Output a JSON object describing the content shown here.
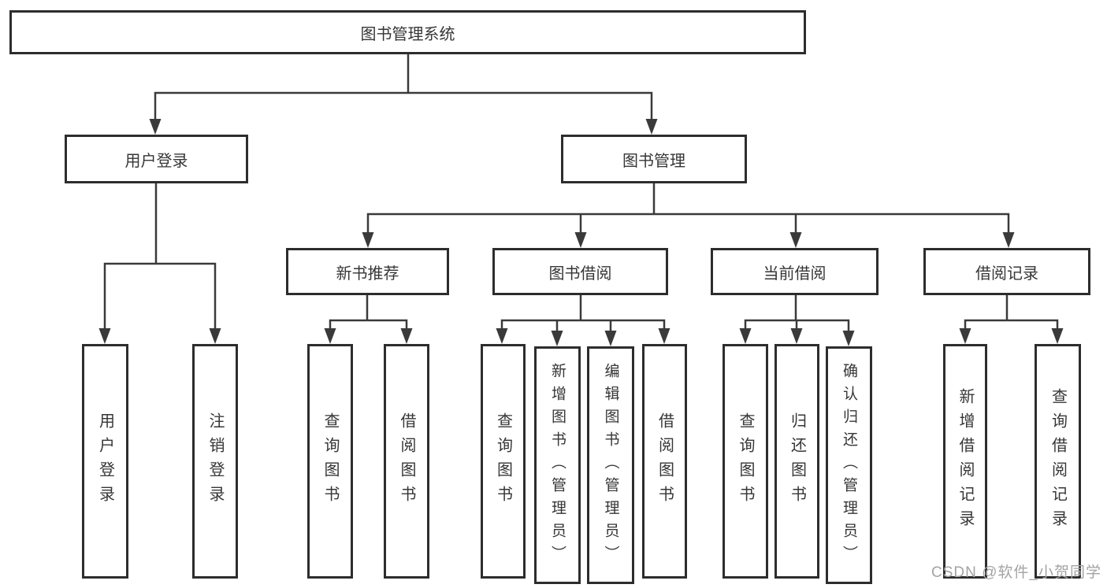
{
  "diagram": {
    "root": {
      "label": "图书管理系统"
    },
    "branches": [
      {
        "label": "用户登录",
        "children": [
          {
            "label": "用户登录"
          },
          {
            "label": "注销登录"
          }
        ]
      },
      {
        "label": "图书管理",
        "children": [
          {
            "label": "新书推荐",
            "children": [
              {
                "label": "查询图书"
              },
              {
                "label": "借阅图书"
              }
            ]
          },
          {
            "label": "图书借阅",
            "children": [
              {
                "label": "查询图书"
              },
              {
                "label": "新增图书（管理员）"
              },
              {
                "label": "编辑图书（管理员）"
              },
              {
                "label": "借阅图书"
              }
            ]
          },
          {
            "label": "当前借阅",
            "children": [
              {
                "label": "查询图书"
              },
              {
                "label": "归还图书"
              },
              {
                "label": "确认归还（管理员）"
              }
            ]
          },
          {
            "label": "借阅记录",
            "children": [
              {
                "label": "新增借阅记录"
              },
              {
                "label": "查询借阅记录"
              }
            ]
          }
        ]
      }
    ],
    "colors": {
      "line": "#3a3a3a",
      "border": "#2d2d2d",
      "text": "#363636",
      "background": "#ffffff",
      "watermark": "#a3a3a3"
    },
    "watermark": "CSDN @软件_小贺同学"
  }
}
